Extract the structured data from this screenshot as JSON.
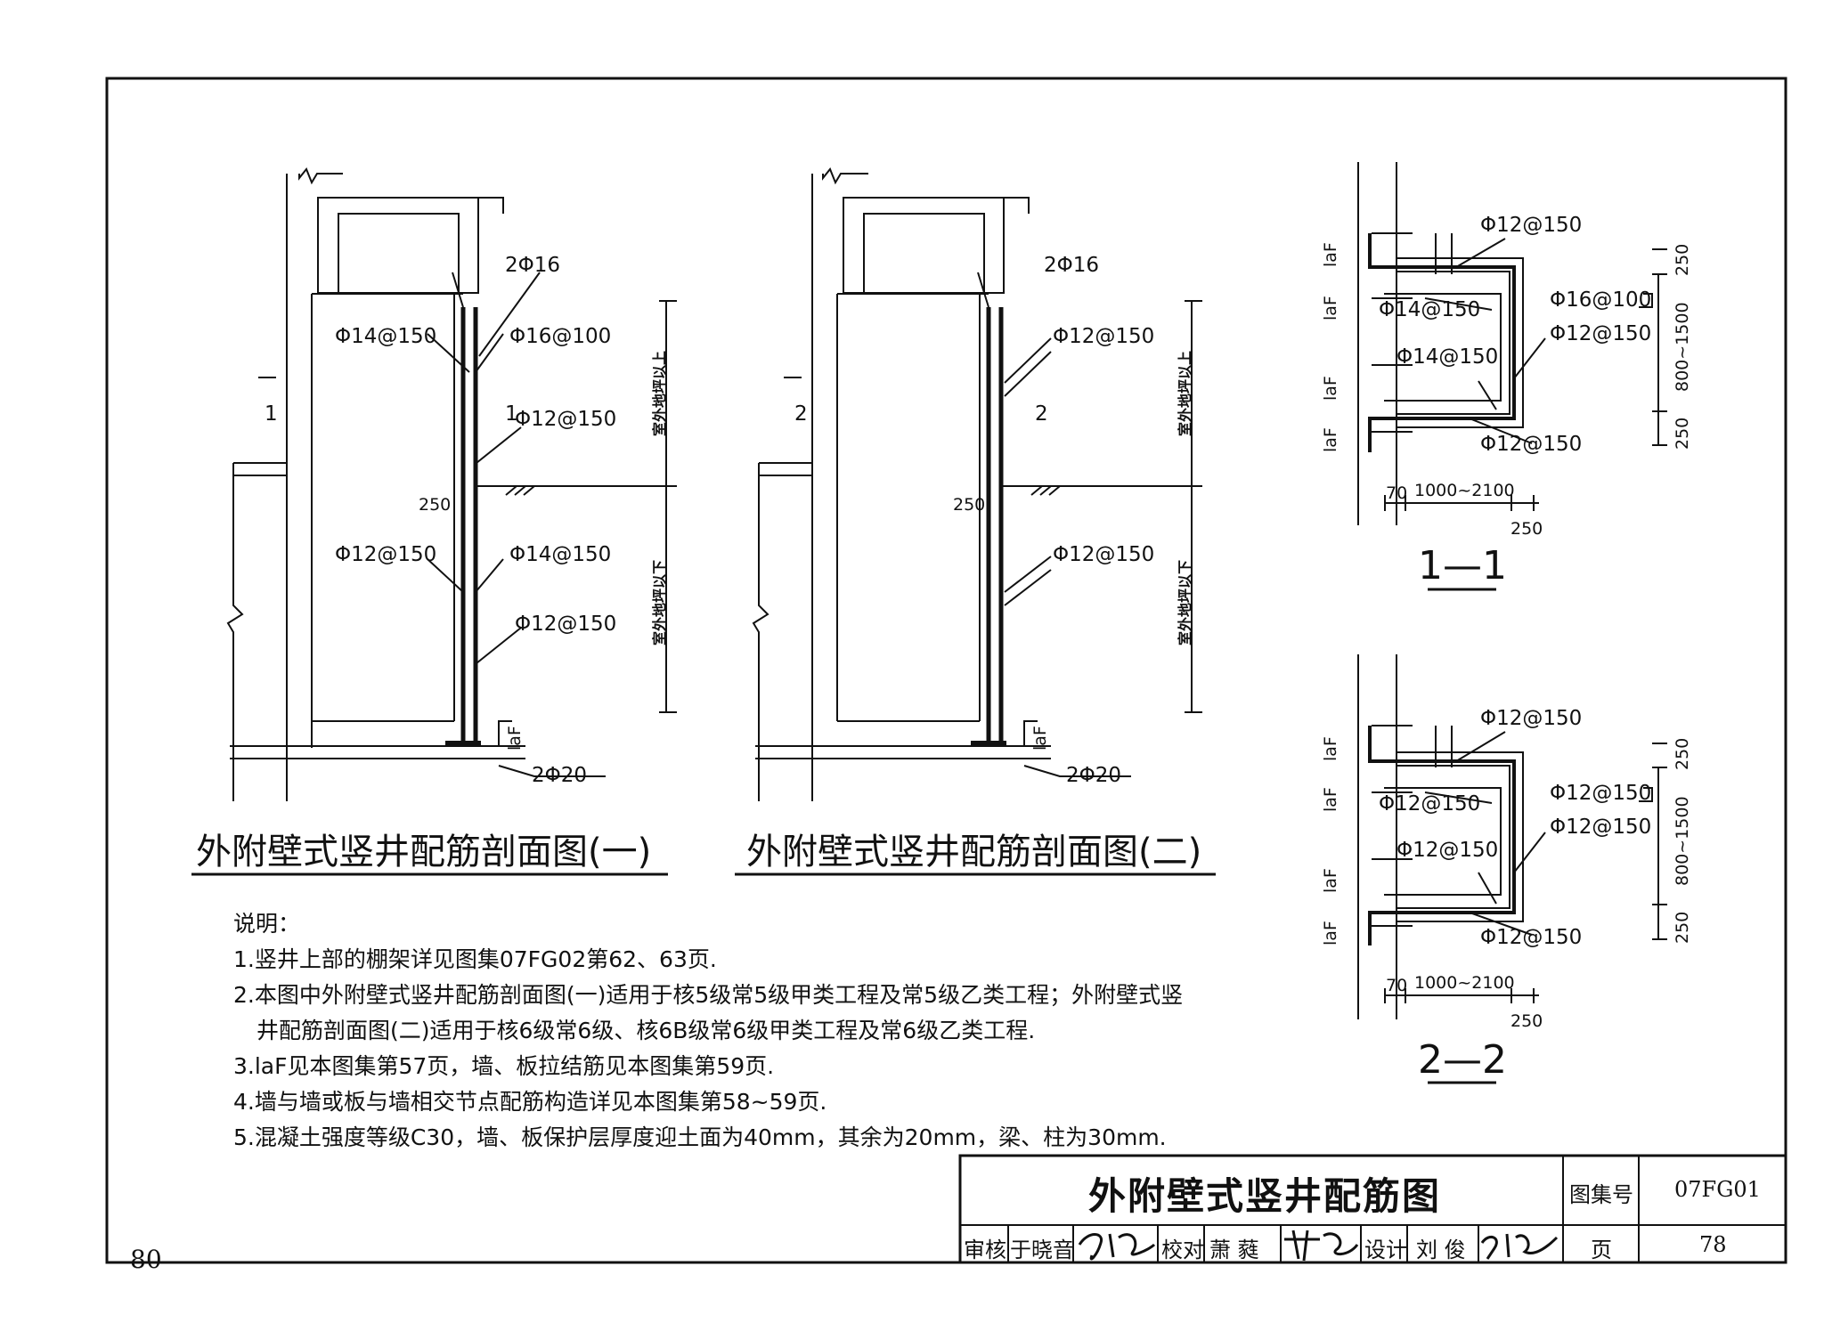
{
  "page_number": "80",
  "sections": {
    "section1": {
      "title": "外附壁式竖井配筋剖面图(一)",
      "labels": {
        "top": "2Φ16",
        "left_upper": "Φ14@150",
        "right_upper": "Φ16@100",
        "right_mid": "Φ12@150",
        "left_lower": "Φ12@150",
        "right_lower1": "Φ14@150",
        "right_lower2": "Φ12@150",
        "bottom": "2Φ20"
      },
      "cut_mark": "1"
    },
    "section2": {
      "title": "外附壁式竖井配筋剖面图(二)",
      "labels": {
        "top": "2Φ16",
        "right_upper": "Φ12@150",
        "right_lower": "Φ12@150",
        "bottom": "2Φ20"
      },
      "cut_mark": "2"
    },
    "common": {
      "dim_250": "250",
      "above_ground": "室外地坪以上",
      "below_ground": "室外地坪以下",
      "laf": "laF"
    }
  },
  "detail_1_1": {
    "title": "1—1",
    "labels": {
      "top": "Φ12@150",
      "inner_left": "Φ14@150",
      "right_upper": "Φ16@100",
      "right_mid": "Φ12@150",
      "inner_mid": "Φ14@150",
      "bottom": "Φ12@150"
    },
    "dims": {
      "d70": "70",
      "span": "1000~2100",
      "d250": "250",
      "v250a": "250",
      "v_range": "800~1500",
      "v250b": "250"
    }
  },
  "detail_2_2": {
    "title": "2—2",
    "labels": {
      "top": "Φ12@150",
      "inner_left": "Φ12@150",
      "right_upper": "Φ12@150",
      "right_mid": "Φ12@150",
      "inner_mid": "Φ12@150",
      "bottom": "Φ12@150"
    },
    "dims": {
      "d70": "70",
      "span": "1000~2100",
      "d250": "250",
      "v250a": "250",
      "v_range": "800~1500",
      "v250b": "250"
    }
  },
  "notes": {
    "heading": "说明：",
    "items": [
      "1.竖井上部的棚架详见图集07FG02第62、63页.",
      "2.本图中外附壁式竖井配筋剖面图(一)适用于核5级常5级甲类工程及常5级乙类工程；外附壁式竖",
      "井配筋剖面图(二)适用于核6级常6级、核6B级常6级甲类工程及常6级乙类工程.",
      "3.laF见本图集第57页，墙、板拉结筋见本图集第59页.",
      "4.墙与墙或板与墙相交节点配筋构造详见本图集第58~59页.",
      "5.混凝土强度等级C30，墙、板保护层厚度迎土面为40mm，其余为20mm，梁、柱为30mm."
    ]
  },
  "title_block": {
    "title": "外附壁式竖井配筋图",
    "atlas_label": "图集号",
    "atlas_no": "07FG01",
    "review_label": "审核",
    "reviewer": "于晓音",
    "check_label": "校对",
    "checker": "萧 蕤",
    "design_label": "设计",
    "designer": "刘 俊",
    "page_label": "页",
    "page_no": "78"
  }
}
